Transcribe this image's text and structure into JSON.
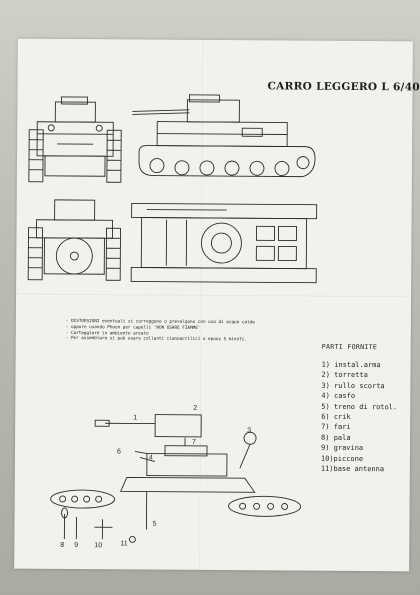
{
  "title": "CARRO LEGGERO L 6/40",
  "notes": [
    "DISTORSIONI eventuali si correggono o prevalgono con uso di acqua calda",
    "oppure usando Phoon per capelli 'NON USARE FIAMME'",
    "Carteggiare in ambiente areato",
    "Per assemblare si può usare collanti cianoacrilici o epoxy 5 minuti."
  ],
  "parts_title": "PARTI FORNITE",
  "parts": [
    "1) instal.arma",
    "2) torretta",
    "3) rullo scorta",
    "4) casfo",
    "5) treno di rotol.",
    "6) crik",
    "7) fari",
    "8) pala",
    "9) gravina",
    "10)piccone",
    "11)base antenna"
  ],
  "callouts": [
    "1",
    "2",
    "3",
    "4",
    "5",
    "6",
    "7",
    "8",
    "9",
    "10",
    "11"
  ],
  "colors": {
    "paper": "#f1f2ee",
    "ink": "#2a2a2a",
    "background": "#b9bbb3"
  }
}
